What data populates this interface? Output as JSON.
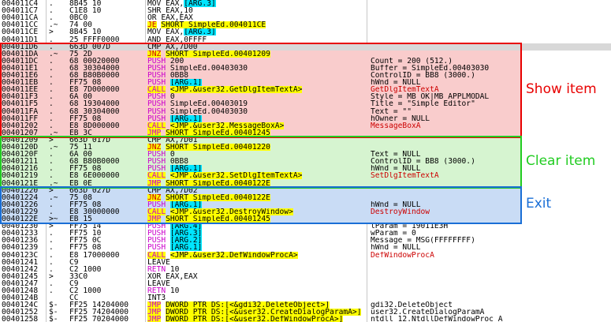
{
  "rows": [
    {
      "addr": "004011C4",
      "flag": ".",
      "hex": "8B45 10",
      "asm": "MOV EAX,[ARG.3]",
      "cmt": ""
    },
    {
      "addr": "004011C7",
      "flag": ".",
      "hex": "C1E8 10",
      "asm": "SHR EAX,10",
      "cmt": ""
    },
    {
      "addr": "004011CA",
      "flag": ".",
      "hex": "0BC0",
      "asm": "OR EAX,EAX",
      "cmt": ""
    },
    {
      "addr": "004011CC",
      "flag": ".~",
      "hex": "74 00",
      "asm": "JE SHORT SimpleEd.004011CE",
      "cmt": ""
    },
    {
      "addr": "004011CE",
      "flag": ">",
      "hex": "8B45 10",
      "asm": "MOV EAX,[ARG.3]",
      "cmt": ""
    },
    {
      "addr": "004011D1",
      "flag": ".",
      "hex": "25 FFFF0000",
      "asm": "AND EAX,0FFFF",
      "cmt": ""
    },
    {
      "addr": "004011D6",
      "flag": ".",
      "hex": "663D 007D",
      "asm": "CMP AX,7D00",
      "cmt": ""
    },
    {
      "addr": "004011DA",
      "flag": ".~",
      "hex": "75 2D",
      "asm": "JNZ SHORT SimpleEd.00401209",
      "cmt": ""
    },
    {
      "addr": "004011DC",
      "flag": ".",
      "hex": "68 00020000",
      "asm": "PUSH 200",
      "cmt": "Count = 200 (512.)"
    },
    {
      "addr": "004011E1",
      "flag": ".",
      "hex": "68 30304000",
      "asm": "PUSH SimpleEd.00403030",
      "cmt": "Buffer = SimpleEd.00403030"
    },
    {
      "addr": "004011E6",
      "flag": ".",
      "hex": "68 B80B0000",
      "asm": "PUSH 0BB8",
      "cmt": "ControlID = BB8 (3000.)"
    },
    {
      "addr": "004011EB",
      "flag": ".",
      "hex": "FF75 08",
      "asm": "PUSH [ARG.1]",
      "cmt": "hWnd = NULL"
    },
    {
      "addr": "004011EE",
      "flag": ".",
      "hex": "E8 7D000000",
      "asm": "CALL <JMP.&user32.GetDlgItemTextA>",
      "cmt": "GetDlgItemTextA"
    },
    {
      "addr": "004011F3",
      "flag": ".",
      "hex": "6A 00",
      "asm": "PUSH 0",
      "cmt": "Style = MB_OK|MB_APPLMODAL"
    },
    {
      "addr": "004011F5",
      "flag": ".",
      "hex": "68 19304000",
      "asm": "PUSH SimpleEd.00403019",
      "cmt": "Title = \"Simple Editor\""
    },
    {
      "addr": "004011FA",
      "flag": ".",
      "hex": "68 30304000",
      "asm": "PUSH SimpleEd.00403030",
      "cmt": "Text = \"\""
    },
    {
      "addr": "004011FF",
      "flag": ".",
      "hex": "FF75 08",
      "asm": "PUSH [ARG.1]",
      "cmt": "hOwner = NULL"
    },
    {
      "addr": "00401202",
      "flag": ".",
      "hex": "E8 8D000000",
      "asm": "CALL <JMP.&user32.MessageBoxA>",
      "cmt": "MessageBoxA"
    },
    {
      "addr": "00401207",
      "flag": ".~",
      "hex": "EB 3C",
      "asm": "JMP SHORT SimpleEd.00401245",
      "cmt": ""
    },
    {
      "addr": "00401209",
      "flag": ">",
      "hex": "663D 017D",
      "asm": "CMP AX,7D01",
      "cmt": ""
    },
    {
      "addr": "0040120D",
      "flag": ".~",
      "hex": "75 11",
      "asm": "JNZ SHORT SimpleEd.00401220",
      "cmt": ""
    },
    {
      "addr": "0040120F",
      "flag": ".",
      "hex": "6A 00",
      "asm": "PUSH 0",
      "cmt": "Text = NULL"
    },
    {
      "addr": "00401211",
      "flag": ".",
      "hex": "68 B80B0000",
      "asm": "PUSH 0BB8",
      "cmt": "ControlID = BB8 (3000.)"
    },
    {
      "addr": "00401216",
      "flag": ".",
      "hex": "FF75 08",
      "asm": "PUSH [ARG.1]",
      "cmt": "hWnd = NULL"
    },
    {
      "addr": "00401219",
      "flag": ".",
      "hex": "E8 6E000000",
      "asm": "CALL <JMP.&user32.SetDlgItemTextA>",
      "cmt": "SetDlgItemTextA"
    },
    {
      "addr": "0040121E",
      "flag": ".~",
      "hex": "EB 0E",
      "asm": "JMP SHORT SimpleEd.0040122E",
      "cmt": ""
    },
    {
      "addr": "00401220",
      "flag": ">",
      "hex": "663D 027D",
      "asm": "CMP AX,7D02",
      "cmt": ""
    },
    {
      "addr": "00401224",
      "flag": ".~",
      "hex": "75 08",
      "asm": "JNZ SHORT SimpleEd.0040122E",
      "cmt": ""
    },
    {
      "addr": "00401226",
      "flag": ".",
      "hex": "FF75 08",
      "asm": "PUSH [ARG.1]",
      "cmt": "hWnd = NULL"
    },
    {
      "addr": "00401229",
      "flag": ".",
      "hex": "E8 30000000",
      "asm": "CALL <JMP.&user32.DestroyWindow>",
      "cmt": "DestroyWindow"
    },
    {
      "addr": "0040122E",
      "flag": ">~",
      "hex": "EB 15",
      "asm": "JMP SHORT SimpleEd.00401245",
      "cmt": ""
    },
    {
      "addr": "00401230",
      "flag": ">",
      "hex": "FF75 14",
      "asm": "PUSH [ARG.4]",
      "cmt": "lParam = 19011E3H"
    },
    {
      "addr": "00401233",
      "flag": ".",
      "hex": "FF75 10",
      "asm": "PUSH [ARG.3]",
      "cmt": "wParam = 0"
    },
    {
      "addr": "00401236",
      "flag": ".",
      "hex": "FF75 0C",
      "asm": "PUSH [ARG.2]",
      "cmt": "Message = MSG(FFFFFFFF)"
    },
    {
      "addr": "00401239",
      "flag": ".",
      "hex": "FF75 08",
      "asm": "PUSH [ARG.1]",
      "cmt": "hWnd = NULL"
    },
    {
      "addr": "0040123C",
      "flag": ".",
      "hex": "E8 17000000",
      "asm": "CALL <JMP.&user32.DefWindowProcA>",
      "cmt": "DefWindowProcA"
    },
    {
      "addr": "00401241",
      "flag": ".",
      "hex": "C9",
      "asm": "LEAVE",
      "cmt": ""
    },
    {
      "addr": "00401242",
      "flag": ".",
      "hex": "C2 1000",
      "asm": "RETN 10",
      "cmt": ""
    },
    {
      "addr": "00401245",
      "flag": ">",
      "hex": "33C0",
      "asm": "XOR EAX,EAX",
      "cmt": ""
    },
    {
      "addr": "00401247",
      "flag": ".",
      "hex": "C9",
      "asm": "LEAVE",
      "cmt": ""
    },
    {
      "addr": "00401248",
      "flag": ".",
      "hex": "C2 1000",
      "asm": "RETN 10",
      "cmt": ""
    },
    {
      "addr": "0040124B",
      "flag": "",
      "hex": "CC",
      "asm": "INT3",
      "cmt": ""
    },
    {
      "addr": "0040124C",
      "flag": "$-",
      "hex": "FF25 14204000",
      "asm": "JMP DWORD PTR DS:[<&gdi32.DeleteObject>]",
      "cmt": "gdi32.DeleteObject"
    },
    {
      "addr": "00401252",
      "flag": "$-",
      "hex": "FF25 74204000",
      "asm": "JMP DWORD PTR DS:[<&user32.CreateDialogParamA>]",
      "cmt": "user32.CreateDialogParamA"
    },
    {
      "addr": "00401258",
      "flag": "$-",
      "hex": "FF25 70204000",
      "asm": "JMP DWORD PTR DS:[<&user32.DefWindowProcA>]",
      "cmt": "ntdll_12.NtdllDefWindowProc_A"
    }
  ],
  "regions": [
    {
      "label": "Show item",
      "color": "#e80000",
      "fill": "#f9cccc",
      "label_color": "#e80000"
    },
    {
      "label": "Clear item",
      "color": "#22cc22",
      "fill": "#d6f4d0",
      "label_color": "#22cc22"
    },
    {
      "label": "Exit",
      "color": "#1a6fd6",
      "fill": "#c9dcf5",
      "label_color": "#1a6fd6"
    }
  ],
  "colors": {
    "cyan": "#00e5ff",
    "yellow": "#ffff00",
    "comment_red": "#cc0000",
    "gray_sel": "#d8d8d8"
  }
}
